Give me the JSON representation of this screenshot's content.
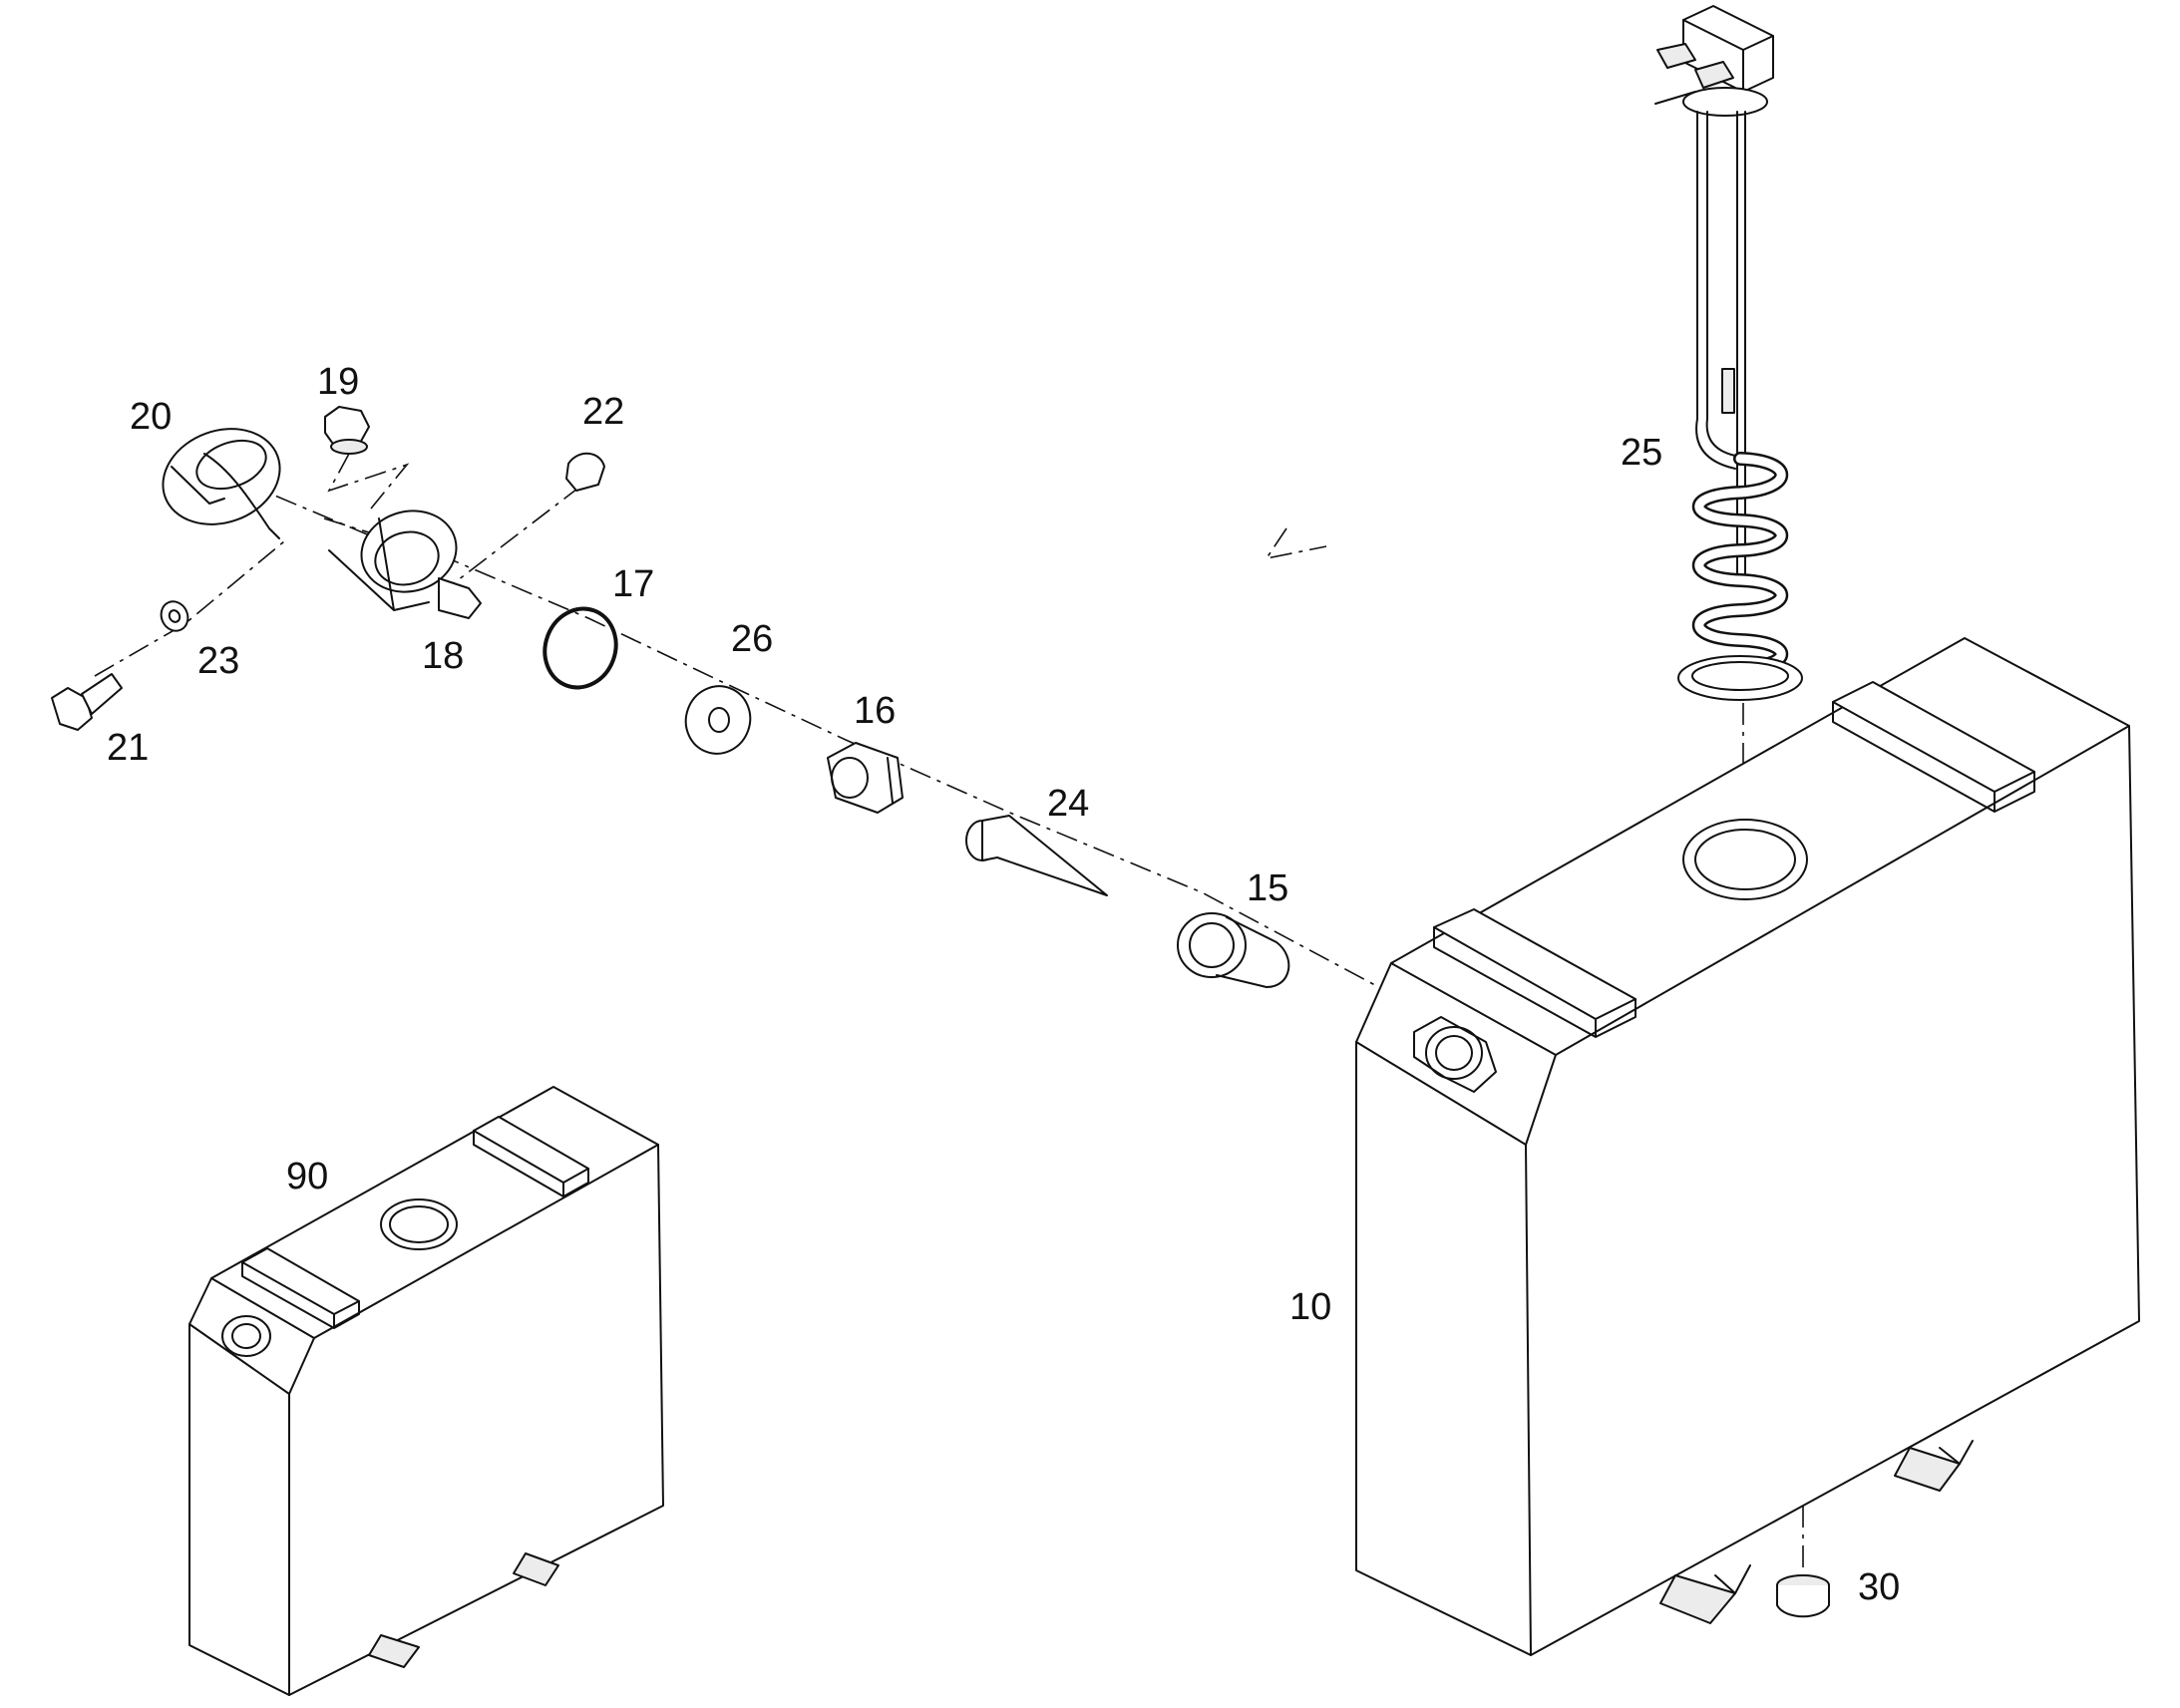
{
  "diagram": {
    "colors": {
      "line": "#111111",
      "fill": "#ffffff",
      "shade": "#e8e8e8"
    },
    "callouts": {
      "p10": "10",
      "p15": "15",
      "p16": "16",
      "p17": "17",
      "p18": "18",
      "p19": "19",
      "p20": "20",
      "p21": "21",
      "p22": "22",
      "p23": "23",
      "p24": "24",
      "p25": "25",
      "p26": "26",
      "p30": "30",
      "p90": "90"
    }
  }
}
